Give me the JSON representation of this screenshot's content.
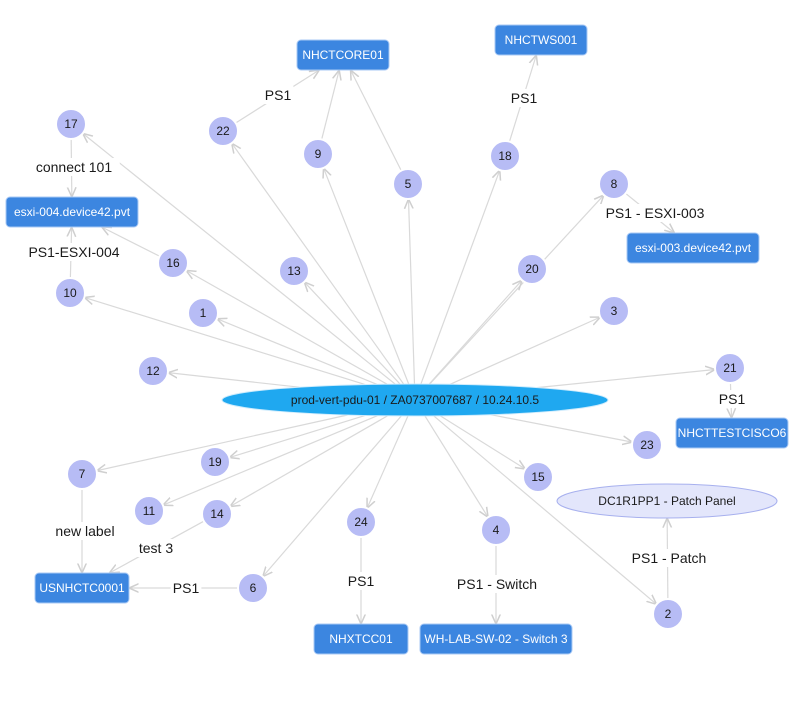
{
  "hub": {
    "id": "hub",
    "label": "prod-vert-pdu-01 / ZA0737007687 / 10.24.10.5"
  },
  "panel": {
    "id": "panel",
    "label": "DC1R1PP1 - Patch Panel"
  },
  "circles": [
    {
      "id": "c1",
      "label": "1"
    },
    {
      "id": "c2",
      "label": "2"
    },
    {
      "id": "c3",
      "label": "3"
    },
    {
      "id": "c4",
      "label": "4"
    },
    {
      "id": "c5",
      "label": "5"
    },
    {
      "id": "c6",
      "label": "6"
    },
    {
      "id": "c7",
      "label": "7"
    },
    {
      "id": "c8",
      "label": "8"
    },
    {
      "id": "c9",
      "label": "9"
    },
    {
      "id": "c10",
      "label": "10"
    },
    {
      "id": "c11",
      "label": "11"
    },
    {
      "id": "c12",
      "label": "12"
    },
    {
      "id": "c13",
      "label": "13"
    },
    {
      "id": "c14",
      "label": "14"
    },
    {
      "id": "c15",
      "label": "15"
    },
    {
      "id": "c16",
      "label": "16"
    },
    {
      "id": "c17",
      "label": "17"
    },
    {
      "id": "c18",
      "label": "18"
    },
    {
      "id": "c19",
      "label": "19"
    },
    {
      "id": "c20",
      "label": "20"
    },
    {
      "id": "c21",
      "label": "21"
    },
    {
      "id": "c22",
      "label": "22"
    },
    {
      "id": "c23",
      "label": "23"
    },
    {
      "id": "c24",
      "label": "24"
    }
  ],
  "devices": [
    {
      "id": "core01",
      "label": "NHCTCORE01"
    },
    {
      "id": "tws001",
      "label": "NHCTWS001"
    },
    {
      "id": "esxi004",
      "label": "esxi-004.device42.pvt"
    },
    {
      "id": "esxi003",
      "label": "esxi-003.device42.pvt"
    },
    {
      "id": "cisco6",
      "label": "NHCTTESTCISCO6"
    },
    {
      "id": "usnhctc",
      "label": "USNHCTC0001"
    },
    {
      "id": "nhxtcc01",
      "label": "NHXTCC01"
    },
    {
      "id": "whlab",
      "label": "WH-LAB-SW-02 - Switch 3"
    }
  ],
  "edges": [
    {
      "from": "hub",
      "to": "c1"
    },
    {
      "from": "hub",
      "to": "c2"
    },
    {
      "from": "hub",
      "to": "c3"
    },
    {
      "from": "hub",
      "to": "c4"
    },
    {
      "from": "hub",
      "to": "c5"
    },
    {
      "from": "hub",
      "to": "c6"
    },
    {
      "from": "hub",
      "to": "c7"
    },
    {
      "from": "hub",
      "to": "c8"
    },
    {
      "from": "hub",
      "to": "c9"
    },
    {
      "from": "hub",
      "to": "c10"
    },
    {
      "from": "hub",
      "to": "c11"
    },
    {
      "from": "hub",
      "to": "c12"
    },
    {
      "from": "hub",
      "to": "c13"
    },
    {
      "from": "hub",
      "to": "c14"
    },
    {
      "from": "hub",
      "to": "c15"
    },
    {
      "from": "hub",
      "to": "c16"
    },
    {
      "from": "hub",
      "to": "c17"
    },
    {
      "from": "hub",
      "to": "c18"
    },
    {
      "from": "hub",
      "to": "c19"
    },
    {
      "from": "hub",
      "to": "c20"
    },
    {
      "from": "hub",
      "to": "c21"
    },
    {
      "from": "hub",
      "to": "c22"
    },
    {
      "from": "hub",
      "to": "c23"
    },
    {
      "from": "hub",
      "to": "c24"
    },
    {
      "from": "c22",
      "to": "core01",
      "label": "PS1"
    },
    {
      "from": "c9",
      "to": "core01"
    },
    {
      "from": "c5",
      "to": "core01"
    },
    {
      "from": "c18",
      "to": "tws001",
      "label": "PS1"
    },
    {
      "from": "c17",
      "to": "esxi004",
      "label": "connect 101"
    },
    {
      "from": "c10",
      "to": "esxi004",
      "label": "PS1-ESXI-004"
    },
    {
      "from": "c16",
      "to": "esxi004"
    },
    {
      "from": "c8",
      "to": "esxi003",
      "label": "PS1 - ESXI-003"
    },
    {
      "from": "c21",
      "to": "cisco6",
      "label": "PS1"
    },
    {
      "from": "c7",
      "to": "usnhctc",
      "label": "new label"
    },
    {
      "from": "c14",
      "to": "usnhctc",
      "label": "test 3"
    },
    {
      "from": "c6",
      "to": "usnhctc",
      "label": "PS1"
    },
    {
      "from": "c24",
      "to": "nhxtcc01",
      "label": "PS1"
    },
    {
      "from": "c4",
      "to": "whlab",
      "label": "PS1 - Switch"
    },
    {
      "from": "c2",
      "to": "panel",
      "label": "PS1 - Patch"
    }
  ]
}
